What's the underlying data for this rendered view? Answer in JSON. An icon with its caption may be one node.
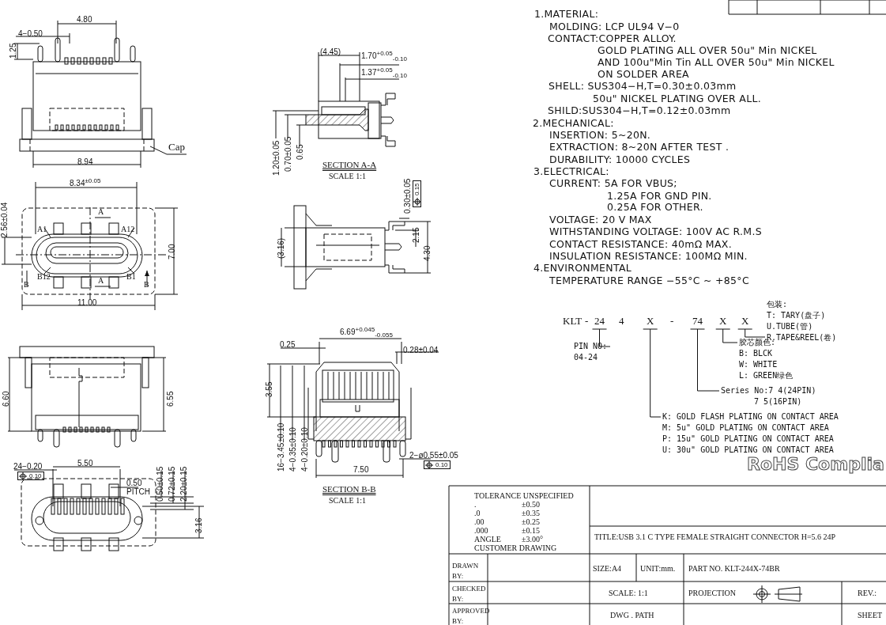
{
  "diagram": {
    "nodes": [
      {
        "text": [
          "Cap"
        ]
      },
      {
        "text": [
          "24"
        ]
      },
      {
        "text": [
          "X"
        ]
      },
      {
        "text": [
          "74"
        ]
      },
      {
        "text": [
          "X"
        ]
      },
      {
        "text": [
          "X"
        ]
      },
      {
        "text": [
          "PIN NO: 04-24"
        ]
      },
      {
        "text": [
          "K: GOLD FLASH PLATING ON CONTACT AREA",
          "M: 5u\" GOLD PLATING ON CONTACT AREA",
          "P: 15u\" GOLD PLATING ON CONTACT AREA",
          "U: 30u\" GOLD PLATING ON CONTACT AREA"
        ]
      },
      {
        "text": [
          "Series No:7 4(24PIN)",
          "7 5(16PIN)"
        ]
      },
      {
        "text": [
          "胶芯颜色:",
          "B: BLCK",
          "W: WHITE",
          "L: GREEN绿色"
        ]
      },
      {
        "text": [
          "包装:",
          "T: TARY(盘子)",
          "U.TUBE(管)",
          "R.TAPE&REEL(卷)"
        ]
      }
    ],
    "edges": [
      {
        "from": 0,
        "to": null,
        "arrow": "none"
      },
      {
        "from": 1,
        "to": 6,
        "arrow": "none"
      },
      {
        "from": 2,
        "to": 7,
        "arrow": "none"
      },
      {
        "from": 3,
        "to": 8,
        "arrow": "none"
      },
      {
        "from": 4,
        "to": 9,
        "arrow": "none"
      },
      {
        "from": 5,
        "to": 10,
        "arrow": "none"
      }
    ],
    "labels": [
      "4.80",
      "4−0.50",
      "1.25",
      "8.94",
      "8.34$^{±0.05}$",
      "A",
      "A1",
      "A12",
      "2.56±0.04",
      "7.00",
      "B12",
      "A",
      "B1",
      "B",
      "B",
      "11.00",
      "(4.45)",
      "1.70$^{+0.05}$$_{-0.10}$",
      "1.37$^{+0.05}$$_{-0.10}$",
      "1.20±0.05",
      "0.70±0.05",
      "0.65",
      "SECTION A-A",
      "SCALE 1:1",
      "0.30±0.05",
      "0.15",
      "(3.16)",
      "2.15",
      "4.30",
      "6.60",
      "6.55",
      "24−0.20",
      "0.10",
      "5.50",
      "0.50",
      "PITCH",
      "0.50±0.15",
      "0.72±0.15",
      "2.20±0.15",
      "3.16",
      "6.69$^{+0.045}$$_{-0.055}$",
      "0.25",
      "0.28±0.04",
      "3.55",
      "16−3.45±0.10",
      "4−0.35±0.10",
      "4−0.20±0.10",
      "2−ø0.55±0.05",
      "0.10",
      "7.50",
      "SECTION B-B",
      "SCALE 1:1",
      "1.MATERIAL:",
      "MOLDING: LCP UL94 V−0",
      "CONTACT:COPPER ALLOY.",
      "GOLD PLATING ALL OVER 50u\" Min NICKEL",
      "AND 100u\"Min Tin ALL OVER 50u\" Min NICKEL",
      "ON SOLDER AREA",
      "SHELL: SUS304−H,T=0.30±0.03mm",
      "50u\" NICKEL PLATING OVER ALL.",
      "SHILD:SUS304−H,T=0.12±0.03mm",
      "2.MECHANICAL:",
      "INSERTION: 5~20N.",
      "EXTRACTION: 8~20N AFTER TEST .",
      "DURABILITY: 10000 CYCLES",
      "3.ELECTRICAL:",
      "CURRENT: 5A FOR VBUS;",
      "1.25A FOR GND PIN.",
      "0.25A FOR OTHER.",
      "VOLTAGE: 20 V MAX",
      "WITHSTANDING VOLTAGE: 100V AC R.M.S",
      "CONTACT RESISTANCE: 40mΩ MAX.",
      "INSULATION RESISTANCE: 100MΩ MIN.",
      "4.ENVIRONMENTAL",
      "TEMPERATURE RANGE −55°C ~ +85°C",
      "KLT",
      "-",
      "4",
      "-",
      "RoHS Complia",
      "TOLERANCE UNSPECIFIED",
      ".",
      "±0.50",
      ".0",
      "±0.35",
      ".00",
      "±0.25",
      ".000",
      "±0.15",
      "ANGLE",
      "±3.00°",
      "CUSTOMER DRAWING",
      "TITLE:USB 3.1 C TYPE FEMALE STRAIGHT CONNECTOR H=5.6 24P",
      "DRAWN BY:",
      "SIZE:A4",
      "UNIT:mm.",
      "PART NO. KLT-244X-74BR",
      "CHECKED BY:",
      "SCALE: 1:1",
      "PROJECTION",
      "REV.:",
      "APPROVED BY:",
      "DWG . PATH",
      "SHEET"
    ]
  }
}
